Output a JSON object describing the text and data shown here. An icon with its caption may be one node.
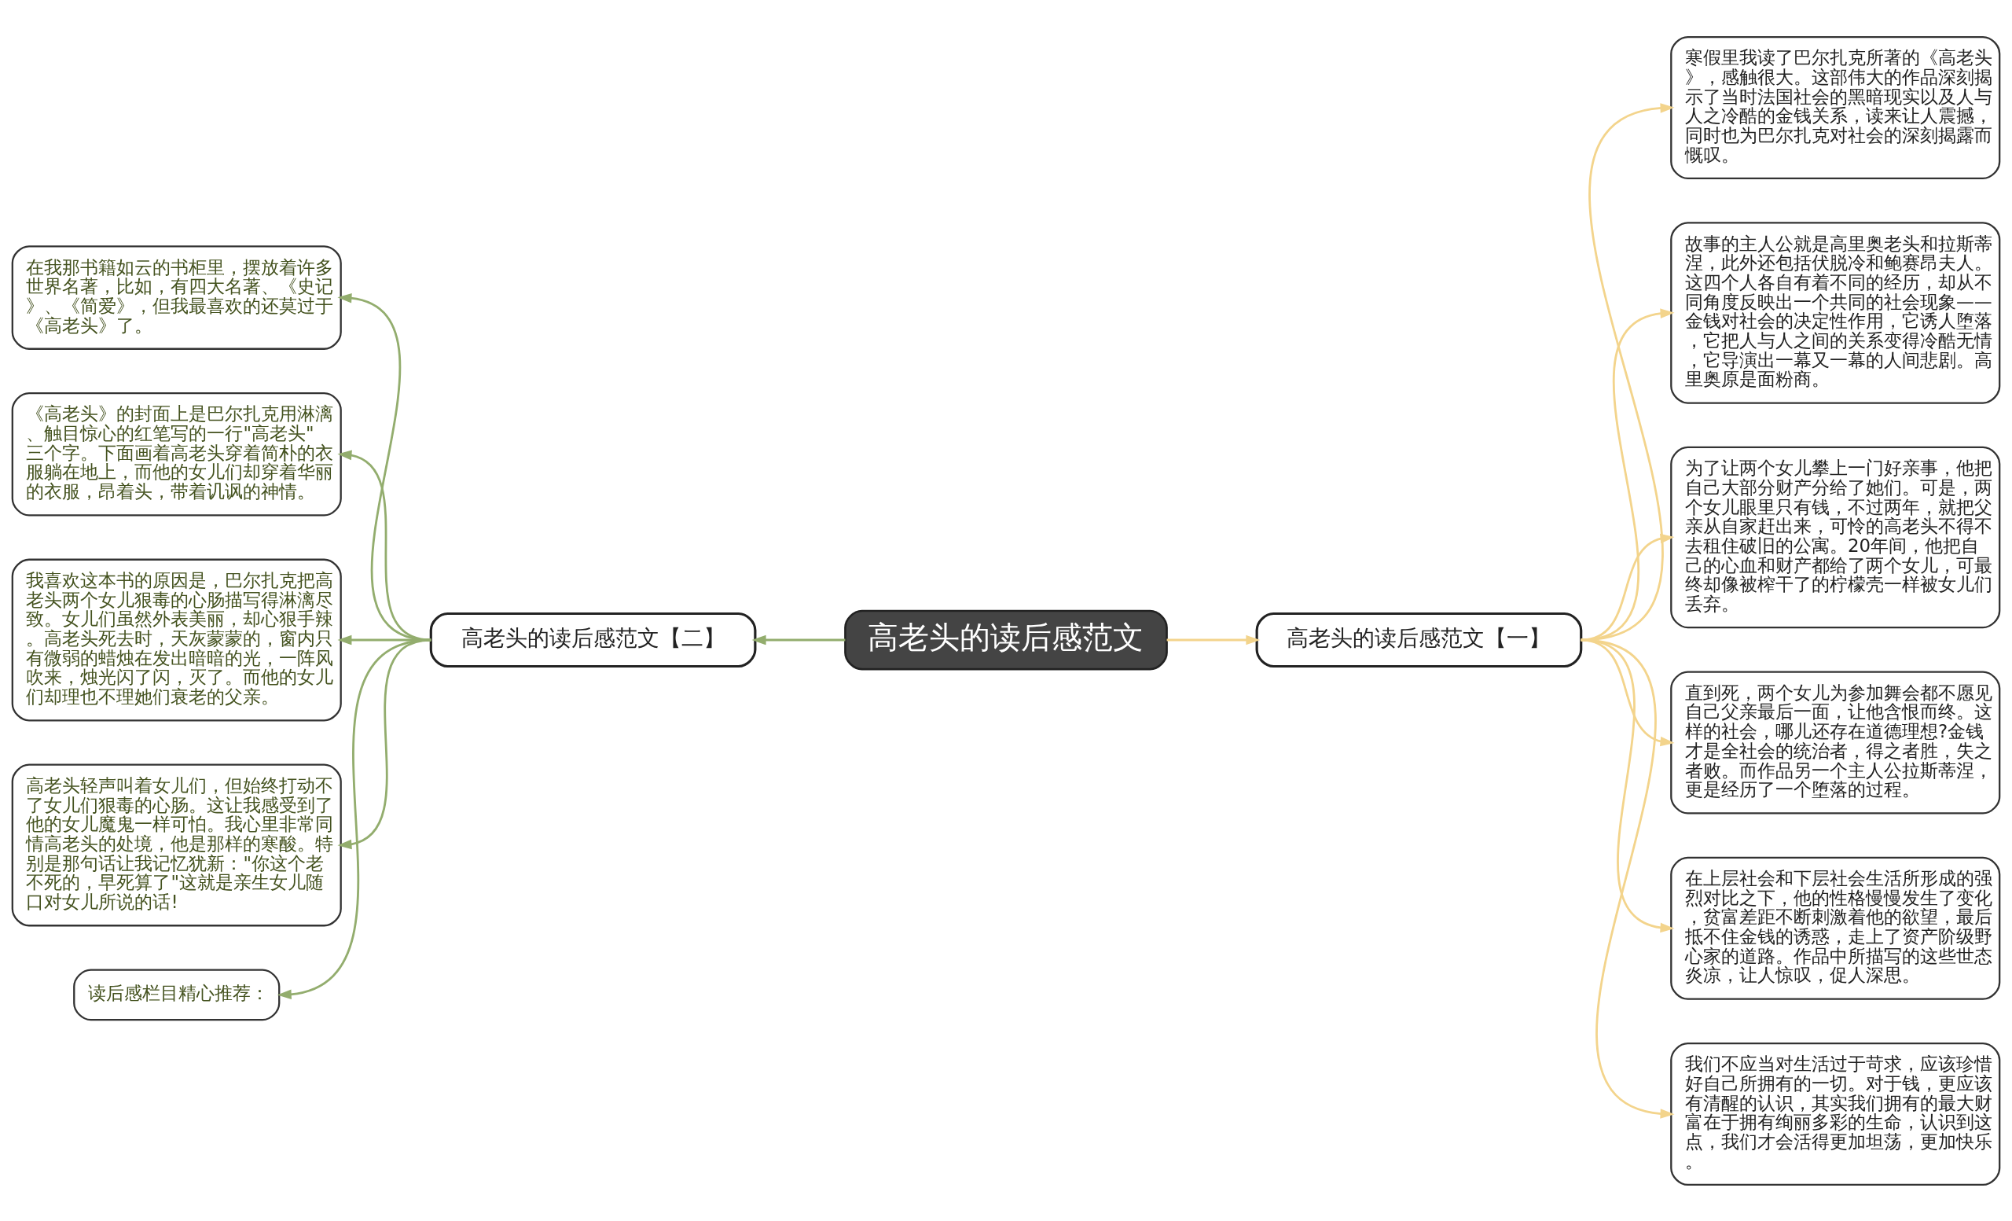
{
  "diagram": {
    "nodes": [
      {
        "text": [
          "高老头的读后感范文"
        ]
      },
      {
        "text": [
          "高老头的读后感范文【一】"
        ]
      },
      {
        "text": [
          "寒假里我读了巴尔扎克所著的《高老头》，感触很大。这部伟大的作品深刻揭示了当时法国社会的黑暗现实以及人与人之冷酷的金钱关系，读来让人震撼，同时也为巴尔扎克对社会的深刻揭露而慨叹。"
        ]
      },
      {
        "text": [
          "故事的主人公就是高里奥老头和拉斯蒂涅，此外还包括伏脱冷和鲍赛昂夫人。这四个人各自有着不同的经历，却从不同角度反映出一个共同的社会现象——金钱对社会的决定性作用，它诱人堕落，它把人与人之间的关系变得冷酷无情，它导演出一幕又一幕的人间悲剧。高里奥原是面粉商。"
        ]
      },
      {
        "text": [
          "为了让两个女儿攀上一门好亲事，他把自己大部分财产分给了她们。可是，两个女儿眼里只有钱，不过两年，就把父亲从自家赶出来，可怜的高老头不得不去租住破旧的公寓。20年间，他把自己的心血和财产都给了两个女儿，可最终却像被榨干了的柠檬壳一样被女儿们丢弃。"
        ]
      },
      {
        "text": [
          "直到死，两个女儿为参加舞会都不愿见自己父亲最后一面，让他含恨而终。这样的社会，哪儿还存在道德理想?金钱才是全社会的统治者，得之者胜，失之者败。而作品另一个主人公拉斯蒂涅，更是经历了一个堕落的过程。"
        ]
      },
      {
        "text": [
          "在上层社会和下层社会生活所形成的强烈对比之下，他的性格慢慢发生了变化，贫富差距不断刺激着他的欲望，最后抵不住金钱的诱惑，走上了资产阶级野心家的道路。作品中所描写的这些世态炎凉，让人惊叹，促人深思。"
        ]
      },
      {
        "text": [
          "我们不应当对生活过于苛求，应该珍惜好自己所拥有的一切。对于钱，更应该有清醒的认识，其实我们拥有的最大财富在于拥有绚丽多彩的生命，认识到这点，我们才会活得更加坦荡，更加快乐。"
        ]
      },
      {
        "text": [
          "高老头的读后感范文【二】"
        ]
      },
      {
        "text": [
          "在我那书籍如云的书柜里，摆放着许多世界名著，比如，有四大名著、《史记》、《简爱》，但我最喜欢的还莫过于《高老头》了。"
        ]
      },
      {
        "text": [
          "《高老头》的封面上是巴尔扎克用淋漓、触目惊心的红笔写的一行\"高老头\"三个字。下面画着高老头穿着简朴的衣服躺在地上，而他的女儿们却穿着华丽的衣服，昂着头，带着讥讽的神情。"
        ]
      },
      {
        "text": [
          "我喜欢这本书的原因是，巴尔扎克把高老头两个女儿狠毒的心肠描写得淋漓尽致。女儿们虽然外表美丽，却心狠手辣。高老头死去时，天灰蒙蒙的，窗内只有微弱的蜡烛在发出暗暗的光，一阵风吹来，烛光闪了闪，灭了。而他的女儿们却理也不理她们衰老的父亲。"
        ]
      },
      {
        "text": [
          "高老头轻声叫着女儿们，但始终打动不了女儿们狠毒的心肠。这让我感受到了他的女儿魔鬼一样可怕。我心里非常同情高老头的处境，他是那样的寒酸。特别是那句话让我记忆犹新：\"你这个老不死的，早死算了\"这就是亲生女儿随口对女儿所说的话!"
        ]
      },
      {
        "text": [
          "读后感栏目精心推荐："
        ]
      }
    ],
    "edges": [
      {
        "from": 0,
        "to": 1,
        "arrow": "to"
      },
      {
        "from": 1,
        "to": 2,
        "arrow": "to"
      },
      {
        "from": 1,
        "to": 3,
        "arrow": "to"
      },
      {
        "from": 1,
        "to": 4,
        "arrow": "to"
      },
      {
        "from": 1,
        "to": 5,
        "arrow": "to"
      },
      {
        "from": 1,
        "to": 6,
        "arrow": "to"
      },
      {
        "from": 1,
        "to": 7,
        "arrow": "to"
      },
      {
        "from": 0,
        "to": 8,
        "arrow": "to",
        "color": "#93ad6e"
      },
      {
        "from": 8,
        "to": 9,
        "arrow": "to",
        "color": "#93ad6e"
      },
      {
        "from": 8,
        "to": 10,
        "arrow": "to",
        "color": "#93ad6e"
      },
      {
        "from": 8,
        "to": 11,
        "arrow": "to",
        "color": "#93ad6e"
      },
      {
        "from": 8,
        "to": 12,
        "arrow": "to",
        "color": "#93ad6e"
      },
      {
        "from": 8,
        "to": 13,
        "arrow": "to",
        "color": "#93ad6e"
      }
    ]
  }
}
